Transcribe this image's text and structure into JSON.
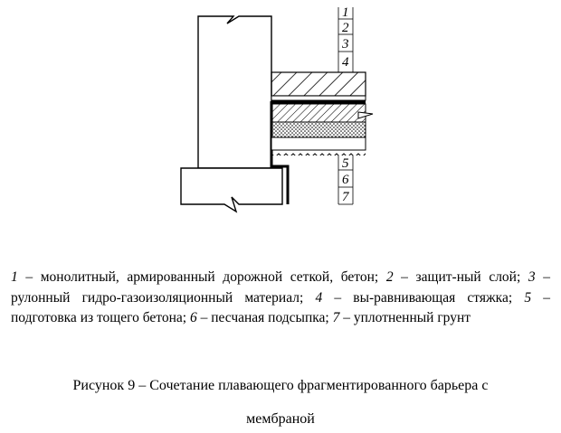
{
  "figure": {
    "layer_labels_top": [
      "1",
      "2",
      "3",
      "4"
    ],
    "layer_labels_bottom": [
      "5",
      "6",
      "7"
    ]
  },
  "legend": [
    {
      "num": "1",
      "text": " – монолитный, армированный дорожной сеткой, бетон; "
    },
    {
      "num": "2",
      "text": " – защит-ный слой; "
    },
    {
      "num": "3",
      "text": " – рулонный гидро-газоизоляционный материал; "
    },
    {
      "num": "4",
      "text": " – вы-равнивающая стяжка; "
    },
    {
      "num": "5",
      "text": " – подготовка из тощего бетона; "
    },
    {
      "num": "6",
      "text": " – песчаная подсыпка; "
    },
    {
      "num": "7",
      "text": " – уплотненный грунт"
    }
  ],
  "caption": {
    "line1": "Рисунок 9 – Сочетание плавающего фрагментированного барьера с",
    "line2": "мембраной"
  }
}
